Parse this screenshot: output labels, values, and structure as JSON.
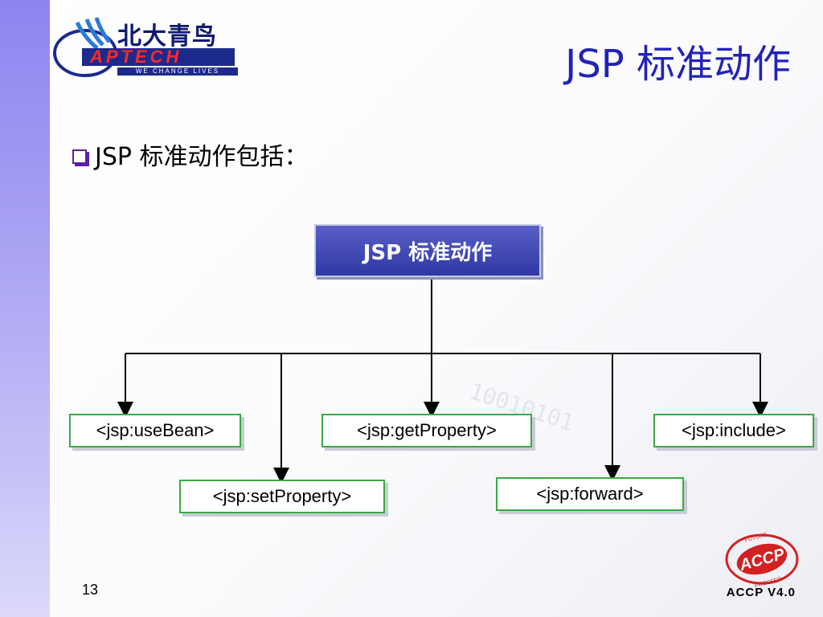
{
  "logo": {
    "name_cn": "北大青鸟",
    "name_en": "APTECH",
    "tagline": "WE CHANGE LIVES"
  },
  "slide": {
    "title": "JSP 标准动作",
    "bullet": "JSP 标准动作包括："
  },
  "diagram": {
    "root": "JSP 标准动作",
    "nodes": {
      "usebean": "<jsp:useBean>",
      "setproperty": "<jsp:setProperty>",
      "getproperty": "<jsp:getProperty>",
      "forward": "<jsp:forward>",
      "include": "<jsp:include>"
    }
  },
  "background_text": "10010101",
  "badge": {
    "text": "ACCP",
    "ring_text": "FUTURE PROOFED"
  },
  "footer": {
    "page_number": "13",
    "version": "ACCP  V4.0"
  },
  "colors": {
    "title": "#2222bb",
    "root_box": "#2f38a4",
    "leaf_border": "#39a944",
    "sidebar": "#a9a3f3"
  }
}
